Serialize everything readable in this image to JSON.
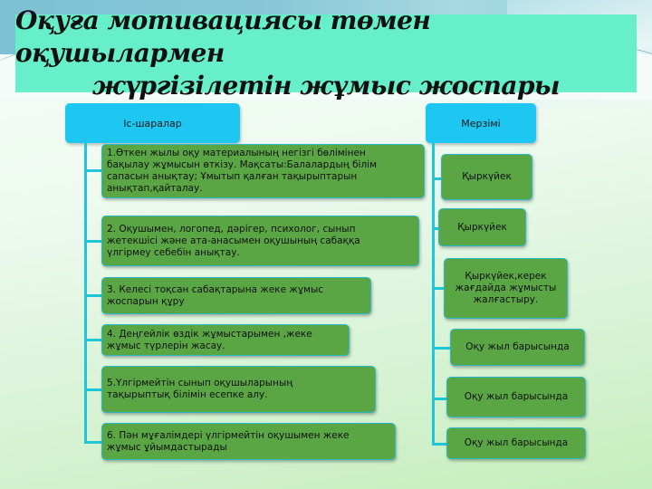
{
  "title": {
    "line1": "Оқуға мотивациясы төмен оқушылармен",
    "line2": "жүргізілетін  жұмыс  жоспары"
  },
  "columns": {
    "activities": {
      "header": "Іс-шаралар",
      "items": [
        "1.Өткен  жылы  оқу  материалының  негізгі  бөлімінен\nбақылау  жұмысын  өткізу. Мақсаты:Балалардың білім\nсапасын   анықтау; Ұмытып  қалған  тақырыптарын\nанықтап,қайталау.",
        "2.  Оқушымен,   логопед, дәрігер, психолог, сынып\nжетекшісі  және ата-анасымен   оқушының сабаққа\nүлгірмеу  себебін  анықтау.",
        "3. Келесі  тоқсан   сабақтарына жеке  жұмыс\nжоспарын  құру",
        "4. Деңгейлік  өздік  жұмыстарымен ,жеке\nжұмыс түрлерін  жасау.",
        "5.Үлгірмейтін сынып  оқушыларының\nтақырыптық білімін  есепке  алу.",
        "6.  Пән  мұғалімдері  үлгірмейтін  оқушымен жеке\nжұмыс  ұйымдастырады"
      ]
    },
    "deadline": {
      "header": "Мерзімі",
      "items": [
        "Қыркүйек",
        "Қыркүйек",
        "Қыркүйек,керек\nжағдайда жұмысты\nжалғастыру.",
        "Оқу  жыл  барысында",
        "Оқу  жыл  барысында",
        "Оқу  жыл  барысында"
      ]
    }
  },
  "colors": {
    "title_bg": "#66efc9",
    "header_bg": "#1ec7f1",
    "item_bg": "#5aa544",
    "connector": "#1ec7d8"
  }
}
